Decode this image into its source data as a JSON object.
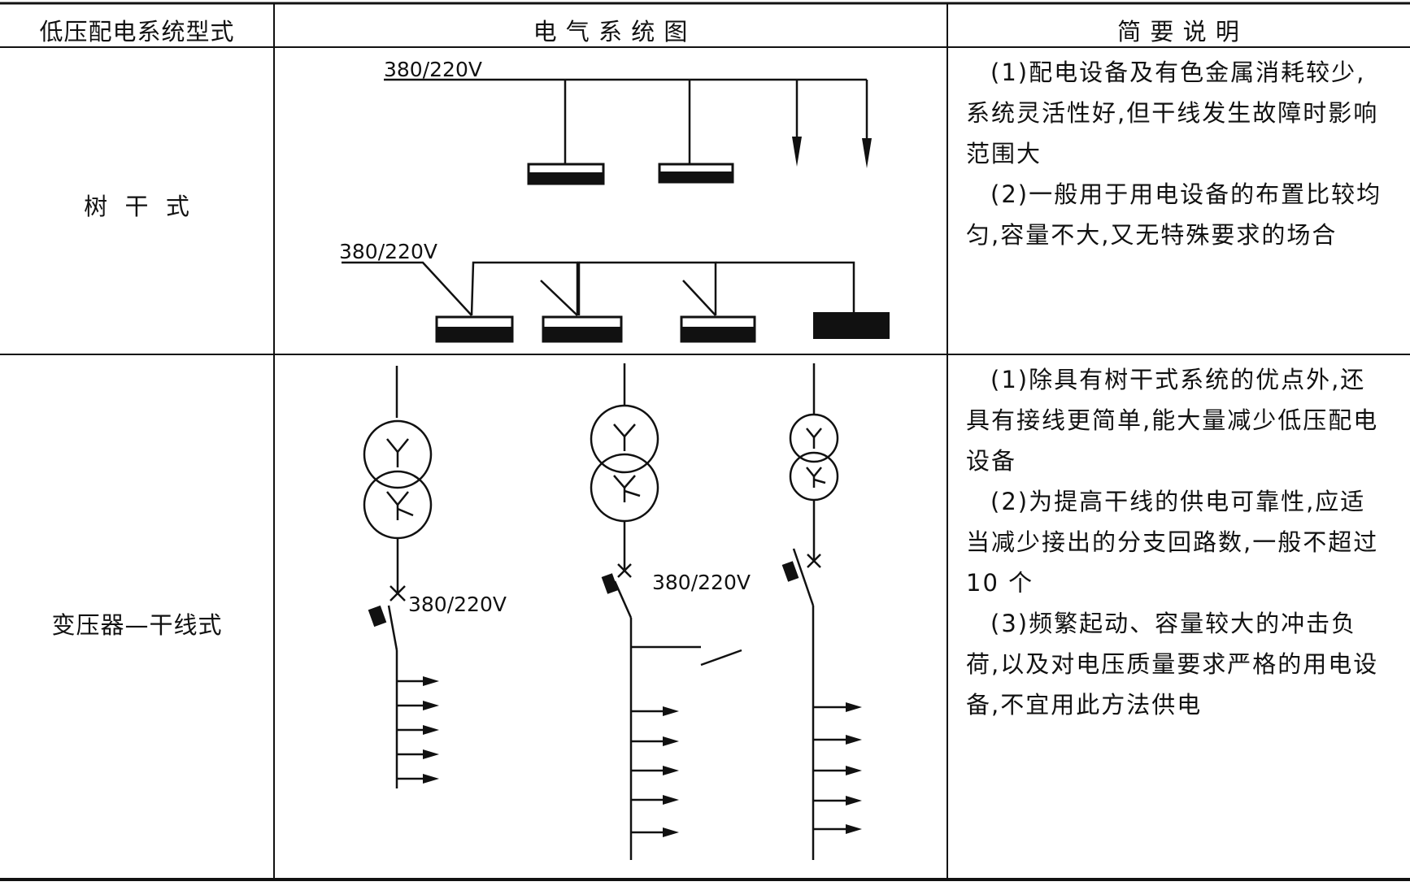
{
  "header": {
    "col_type": "低压配电系统型式",
    "col_diagram": "电 气 系 统 图",
    "col_desc": "简 要 说 明"
  },
  "rows": [
    {
      "type": "树  干  式",
      "voltage_top": "380/220V",
      "voltage_bottom": "380/220V",
      "desc": [
        "(1)配电设备及有色金属消耗较少,系统灵活性好,但干线发生故障时影响范围大",
        "(2)一般用于用电设备的布置比较均匀,容量不大,又无特殊要求的场合"
      ]
    },
    {
      "type": "变压器—干线式",
      "voltage_left": "380/220V",
      "voltage_mid": "380/220V",
      "desc": [
        "(1)除具有树干式系统的优点外,还具有接线更简单,能大量减少低压配电设备",
        "(2)为提高干线的供电可靠性,应适当减少接出的分支回路数,一般不超过 10 个",
        "(3)频繁起动、容量较大的冲击负荷,以及对电压质量要求严格的用电设备,不宜用此方法供电"
      ]
    }
  ]
}
